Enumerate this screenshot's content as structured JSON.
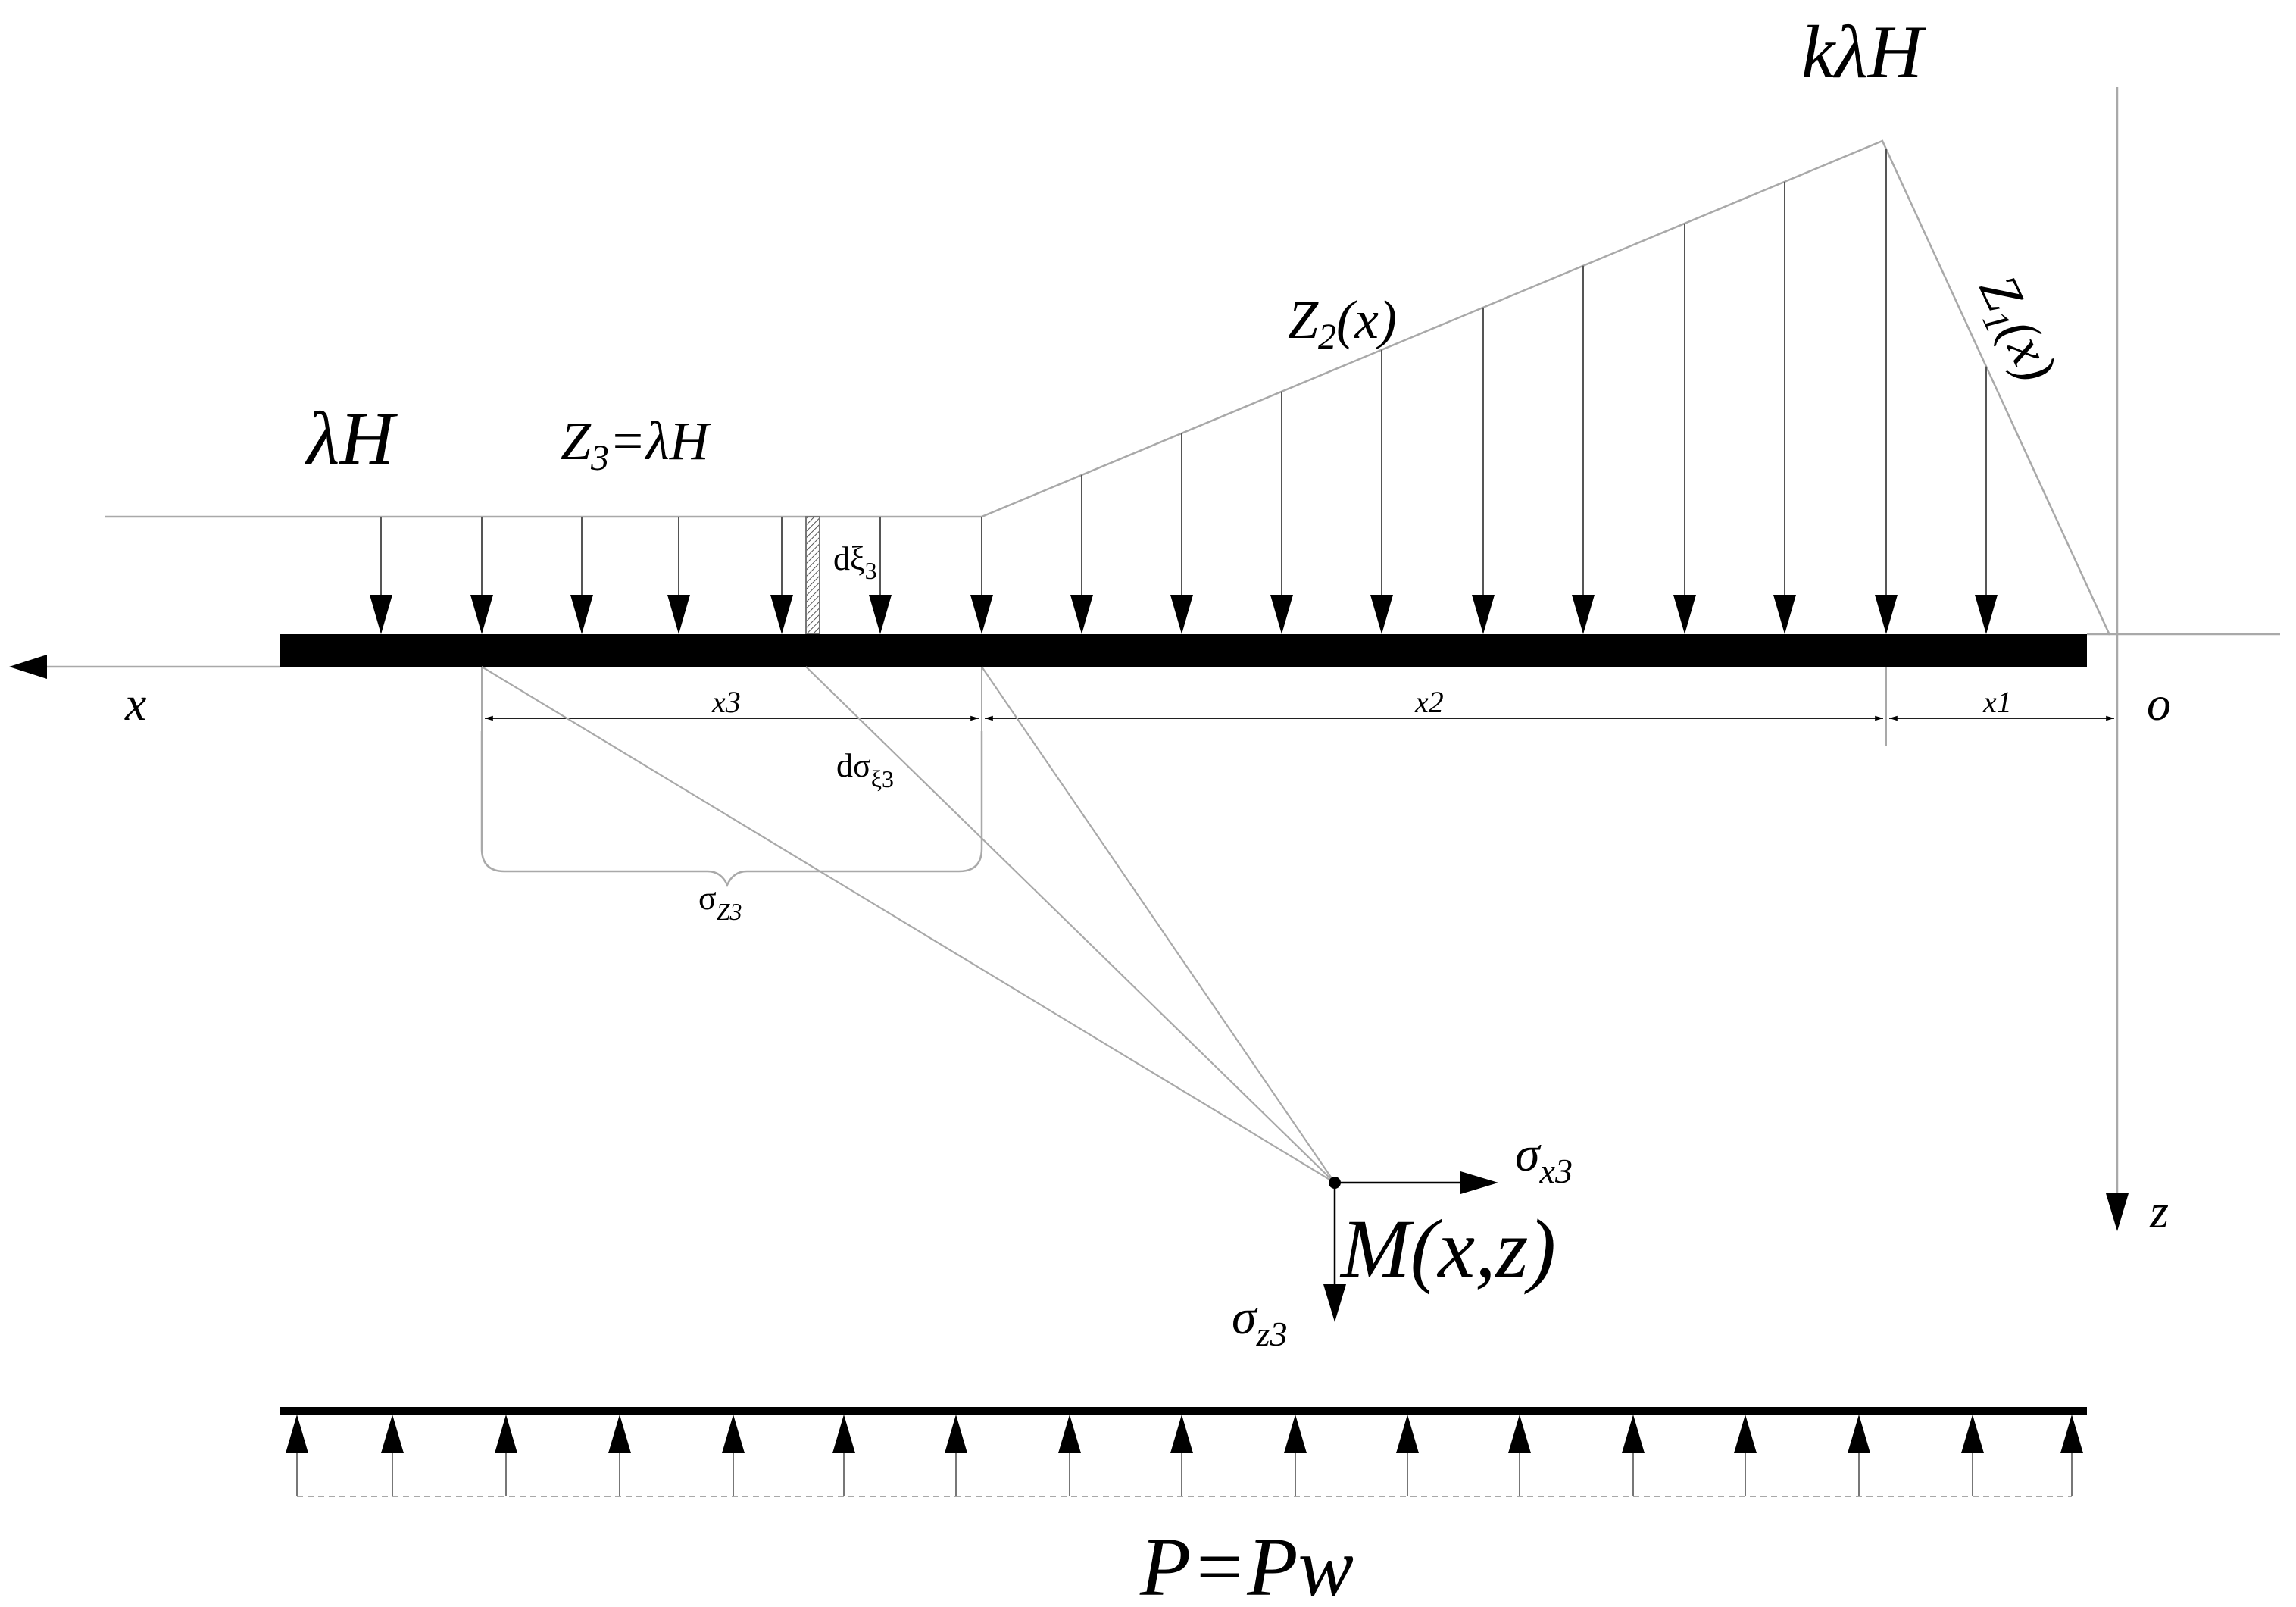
{
  "labels": {
    "k_lambda_h": "kλH",
    "lambda_h": "λH",
    "z3_prefix": "Z",
    "z3_sub": "3",
    "z3_suffix": "=λH",
    "z2_prefix": "Z",
    "z2_sub": "2",
    "z2_suffix": "(x)",
    "z1_prefix": "Z",
    "z1_sub": "1",
    "z1_suffix": "(x)",
    "x_axis": "x",
    "z_axis": "z",
    "origin": "o",
    "dim_x3": "x3",
    "dim_x2": "x2",
    "dim_x1": "x1",
    "d_xi3_prefix": "dξ",
    "d_xi3_sub": "3",
    "d_sigma_xi3_prefix": "dσ",
    "d_sigma_xi3_sub": "ξ3",
    "sigma_z3_brace_prefix": "σ",
    "sigma_z3_brace_sub": "Z3",
    "sigma_x3_prefix": "σ",
    "sigma_x3_sub": "x3",
    "sigma_z3_prefix": "σ",
    "sigma_z3_sub": "z3",
    "point_m": "M(x,z)",
    "pressure": "P=Pw"
  }
}
